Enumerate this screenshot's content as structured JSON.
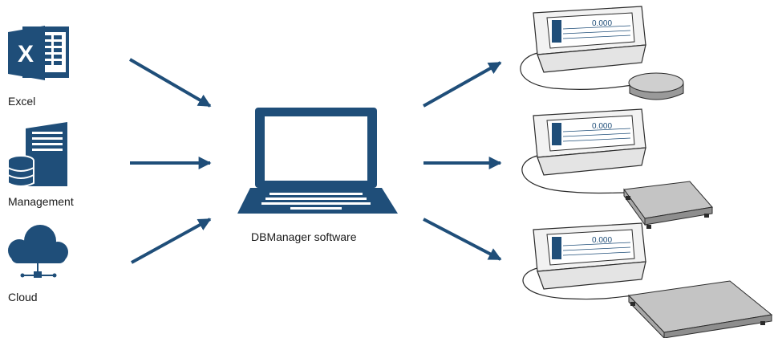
{
  "sources": [
    {
      "label": "Excel",
      "icon": "excel-icon"
    },
    {
      "label": "Management",
      "icon": "server-database-icon"
    },
    {
      "label": "Cloud",
      "icon": "cloud-network-icon"
    }
  ],
  "center": {
    "label": "DBManager software",
    "icon": "laptop-icon"
  },
  "terminals": [
    {
      "display_value": "0.000",
      "scale_type": "round-pan-scale"
    },
    {
      "display_value": "0.000",
      "scale_type": "small-platform-scale"
    },
    {
      "display_value": "0.000",
      "scale_type": "large-platform-scale"
    }
  ],
  "colors": {
    "primary": "#1f4e79",
    "device_fill": "#f1f1f1",
    "device_stroke": "#2b2b2b",
    "platform": "#b9b9b9"
  }
}
